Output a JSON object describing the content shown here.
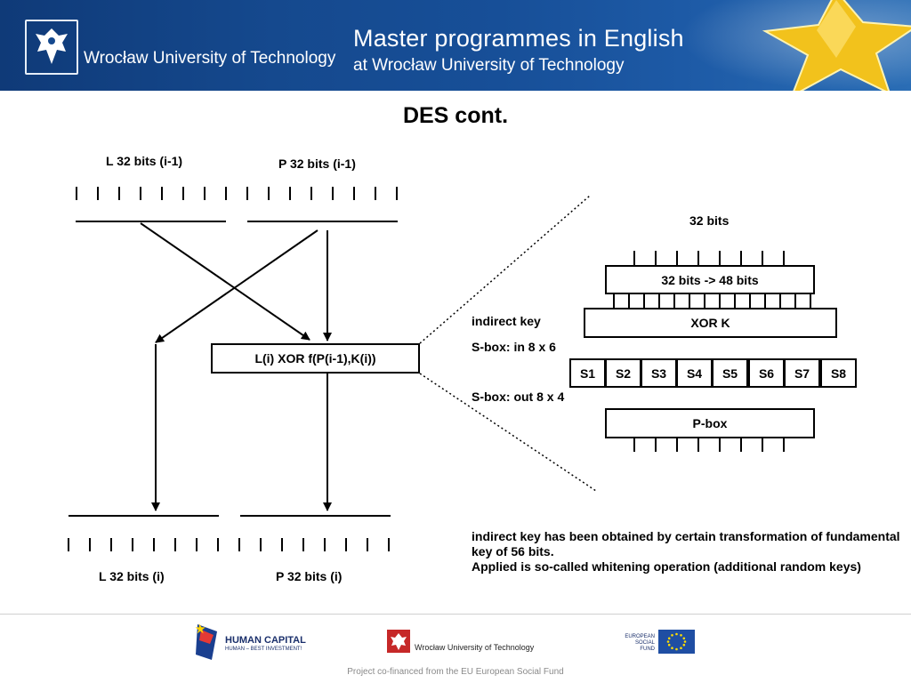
{
  "header": {
    "university_name": "Wrocław University of Technology",
    "programme_line1": "Master programmes in English",
    "programme_line2": "at Wrocław University of Technology"
  },
  "slide": {
    "title": "DES cont.",
    "left_diagram": {
      "label_l_prev": "L 32 bits (i-1)",
      "label_p_prev": "P 32 bits (i-1)",
      "formula_box": "L(i) XOR f(P(i-1),K(i))",
      "label_l_next": "L 32 bits (i)",
      "label_p_next": "P 32 bits (i)"
    },
    "f_function": {
      "input_label": "32 bits",
      "expansion_box": "32 bits -> 48 bits",
      "indirect_key_label": "indirect key",
      "xor_box": "XOR K",
      "sbox_in_label": "S-box: in 8 x 6",
      "sboxes": [
        "S1",
        "S2",
        "S3",
        "S4",
        "S5",
        "S6",
        "S7",
        "S8"
      ],
      "sbox_out_label": "S-box: out 8 x 4",
      "pbox": "P-box"
    },
    "note_line1": "indirect key has been obtained by certain transformation of fundamental key of 56 bits.",
    "note_line2": "Applied is so-called whitening operation (additional random keys)"
  },
  "footer": {
    "human_capital": "HUMAN CAPITAL",
    "human_capital_sub": "HUMAN – BEST INVESTMENT!",
    "wut_logo_text": "Wrocław University of Technology",
    "esf_text": "EUROPEAN SOCIAL FUND",
    "cofinanced": "Project co-financed from the EU European Social Fund"
  },
  "icons": [
    "eagle-crest-icon",
    "star-icon",
    "human-capital-logo-icon",
    "wut-crest-icon",
    "eu-flag-icon"
  ],
  "colors": {
    "header_blue": "#174f98",
    "star_gold": "#f2c21c",
    "eu_blue": "#1f4ea3",
    "eu_star": "#ffdd00"
  }
}
